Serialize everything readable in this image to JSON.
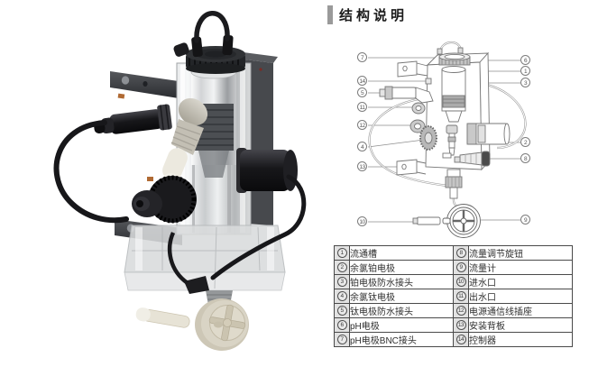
{
  "title": "结构说明",
  "diagram": {
    "callouts": [
      "1",
      "2",
      "3",
      "4",
      "5",
      "6",
      "7",
      "8",
      "9",
      "10",
      "11",
      "12",
      "13",
      "14"
    ]
  },
  "table": {
    "rows": [
      {
        "ln": "1",
        "ll": "流通槽",
        "rn": "8",
        "rl": "流量调节旋钮"
      },
      {
        "ln": "2",
        "ll": "余氯铂电极",
        "rn": "9",
        "rl": "流量计"
      },
      {
        "ln": "3",
        "ll": "铂电极防水接头",
        "rn": "10",
        "rl": "进水口"
      },
      {
        "ln": "4",
        "ll": "余氯钛电极",
        "rn": "11",
        "rl": "出水口"
      },
      {
        "ln": "5",
        "ll": "钛电极防水接头",
        "rn": "12",
        "rl": "电源通信线插座"
      },
      {
        "ln": "6",
        "ll": "pH电极",
        "rn": "13",
        "rl": "安装背板"
      },
      {
        "ln": "7",
        "ll": "pH电极BNC接头",
        "rn": "14",
        "rl": "控制器"
      }
    ]
  }
}
